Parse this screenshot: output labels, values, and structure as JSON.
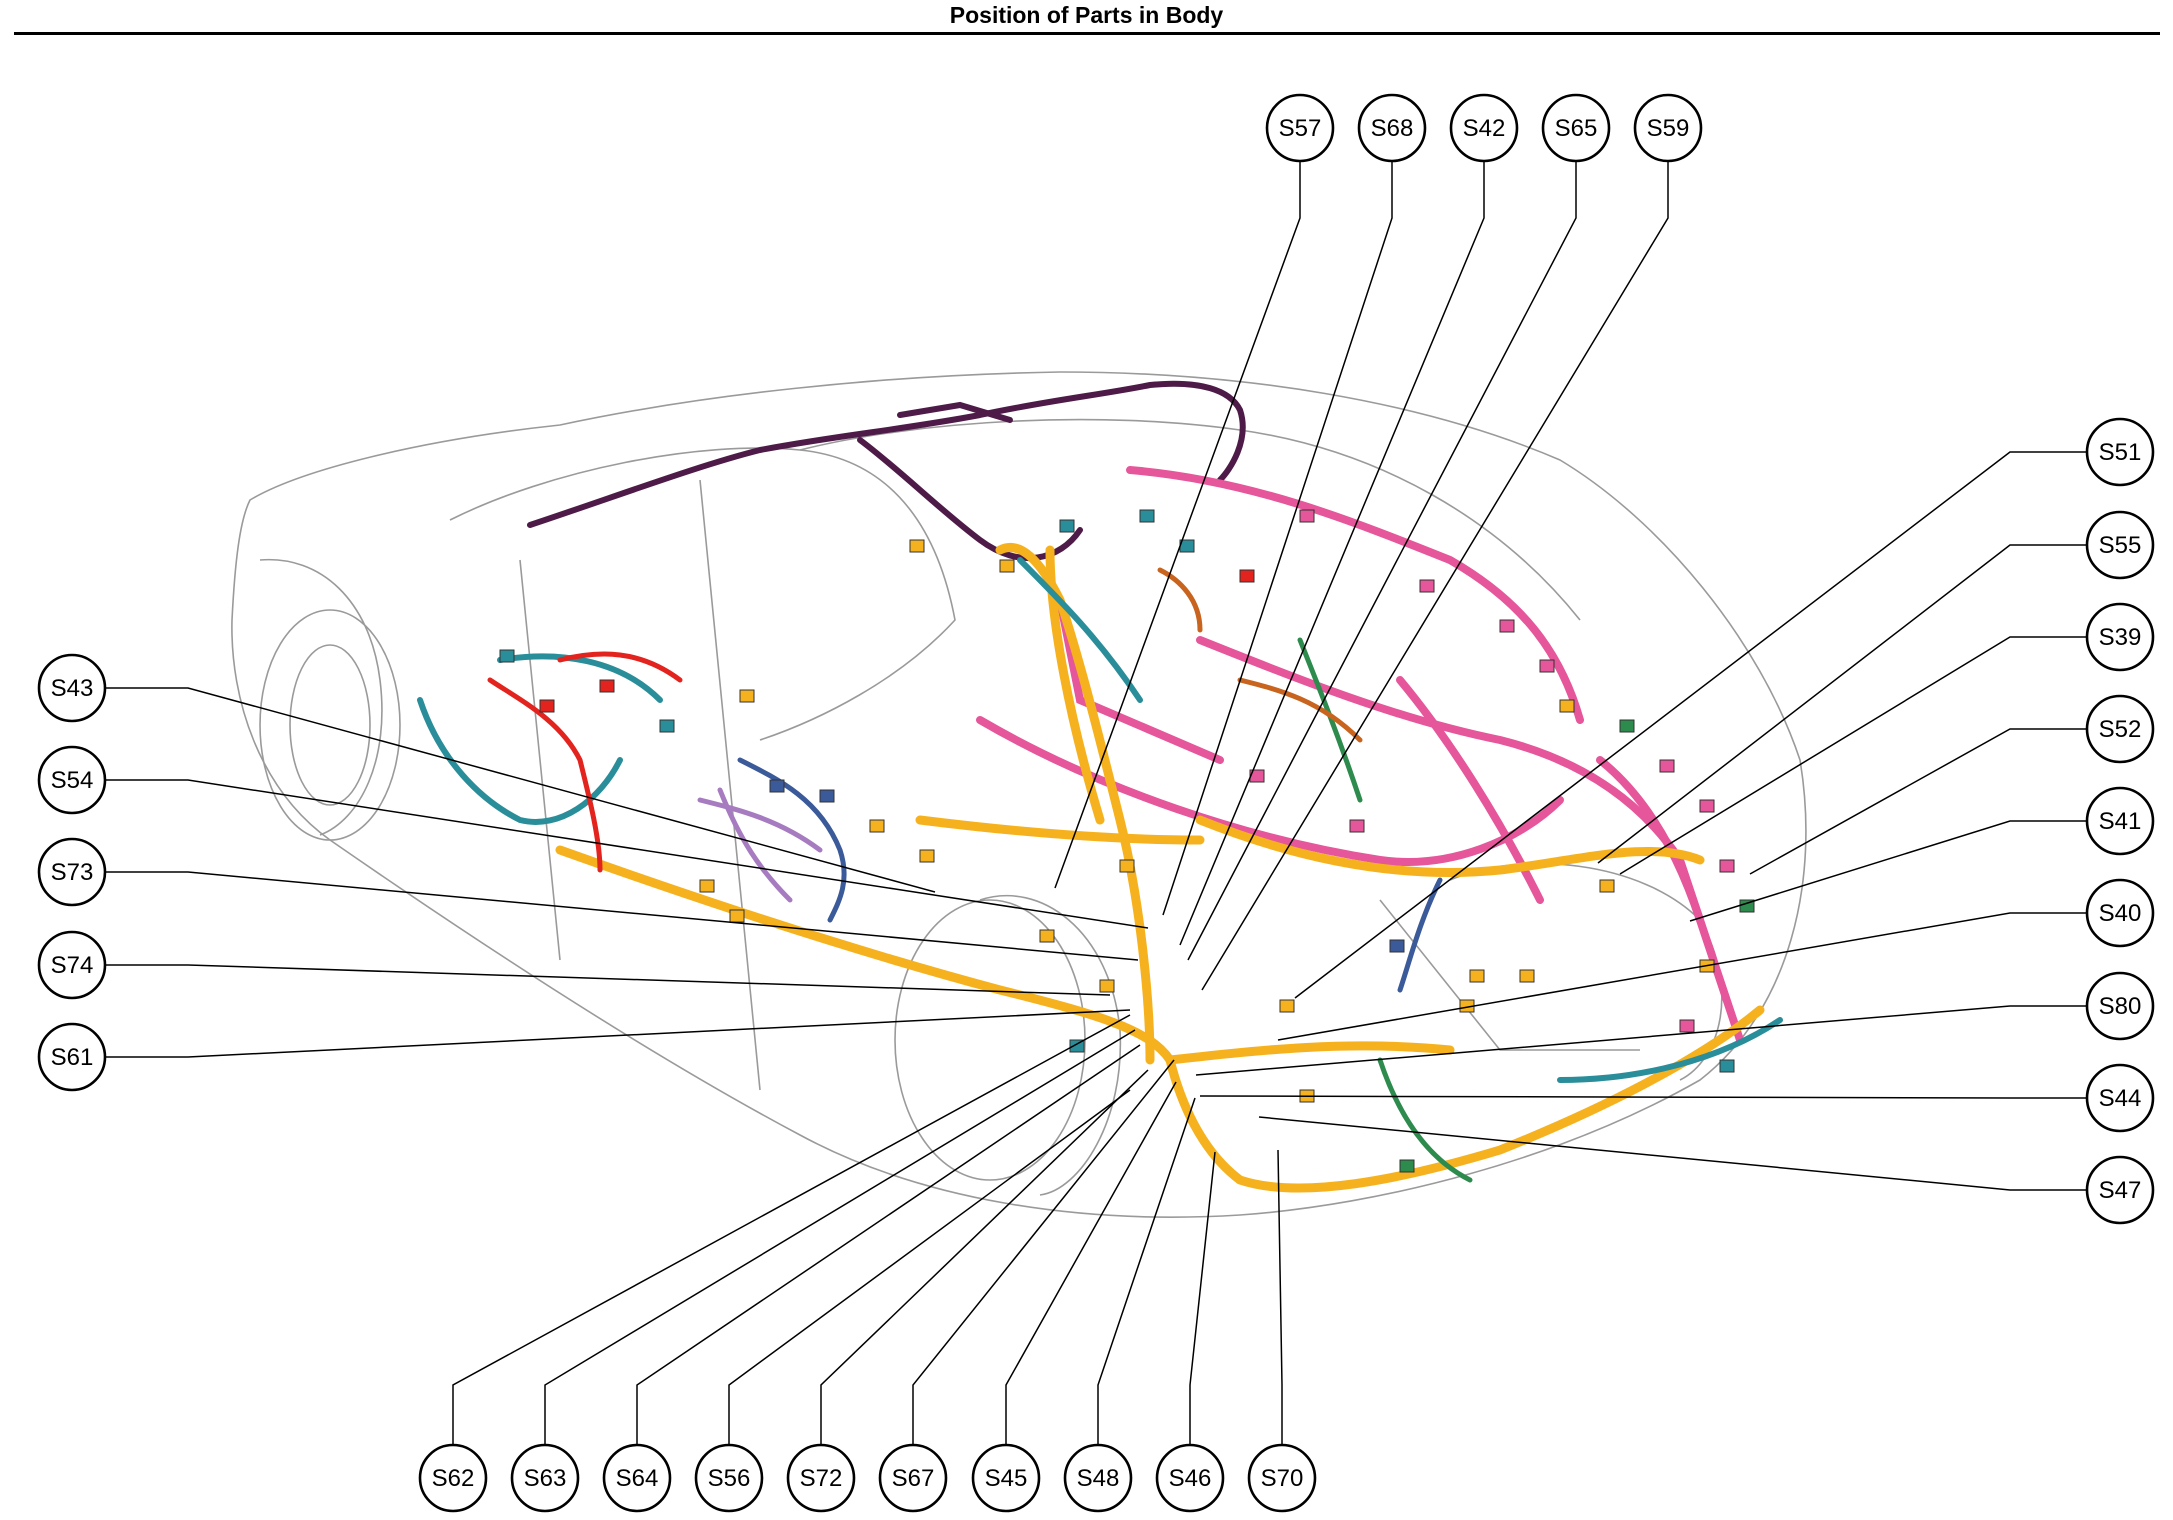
{
  "header": {
    "title": "Position of Parts in Body"
  },
  "callouts": {
    "top": [
      "S57",
      "S68",
      "S42",
      "S65",
      "S59"
    ],
    "right": [
      "S51",
      "S55",
      "S39",
      "S52",
      "S41",
      "S40",
      "S80",
      "S44",
      "S47"
    ],
    "left": [
      "S43",
      "S54",
      "S73",
      "S74",
      "S61"
    ],
    "bottom": [
      "S62",
      "S63",
      "S64",
      "S56",
      "S72",
      "S67",
      "S45",
      "S48",
      "S46",
      "S70"
    ]
  },
  "colors": {
    "harness_orange": "#F5B21E",
    "harness_pink": "#E5569A",
    "harness_purple": "#4E1B48",
    "harness_teal": "#2A8E9A",
    "harness_red": "#E3231D",
    "harness_blue": "#3B5A9A",
    "harness_green": "#2E8B4E",
    "harness_brown": "#C8641E",
    "harness_lavender": "#A77BC0",
    "body_outline": "#9a9a9a"
  }
}
